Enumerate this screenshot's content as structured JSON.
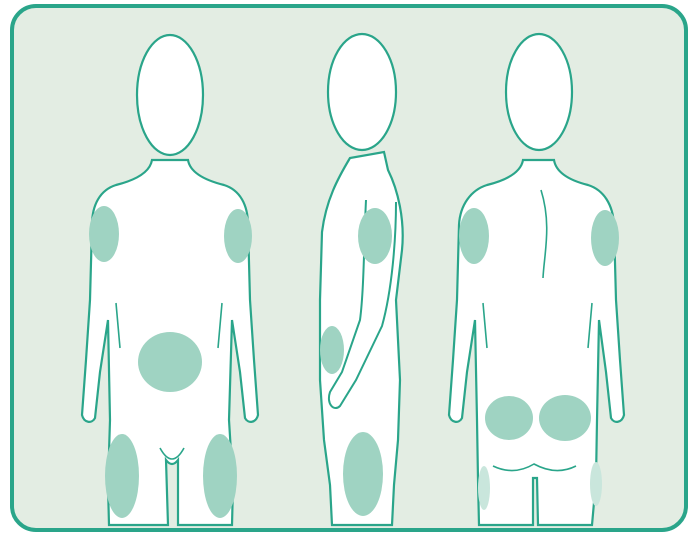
{
  "diagram": {
    "colors": {
      "frame_fill": "#e3ede3",
      "frame_stroke": "#2aa58a",
      "body_fill": "#ffffff",
      "body_stroke": "#2aa58a",
      "site_fill": "#9fd3c2"
    },
    "figures": [
      {
        "view": "front",
        "marked_sites": [
          "left-upper-arm",
          "right-upper-arm",
          "abdomen",
          "left-thigh",
          "right-thigh"
        ]
      },
      {
        "view": "side",
        "marked_sites": [
          "upper-arm",
          "hip",
          "thigh"
        ]
      },
      {
        "view": "back",
        "marked_sites": [
          "left-upper-arm",
          "right-upper-arm",
          "left-buttock",
          "right-buttock"
        ]
      }
    ]
  }
}
